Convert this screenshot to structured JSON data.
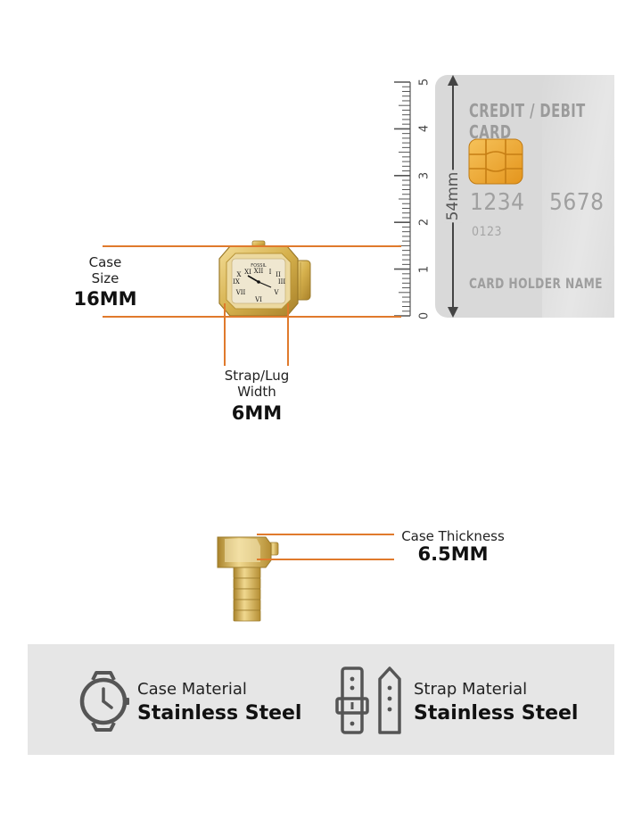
{
  "card": {
    "title": "CREDIT / DEBIT CARD",
    "number_part1": "1234",
    "number_part2": "5678",
    "small_number": "0123",
    "holder": "CARD HOLDER NAME",
    "height_label": "54mm"
  },
  "ruler": {
    "numbers": [
      "0",
      "1",
      "2",
      "3",
      "4",
      "5"
    ]
  },
  "watch": {
    "brand": "FOSSIL"
  },
  "measurements": {
    "case_size_line1": "Case",
    "case_size_line2": "Size",
    "case_size_value": "16MM",
    "strap_line1": "Strap/Lug",
    "strap_line2": "Width",
    "strap_value": "6MM",
    "thickness_label": "Case Thickness",
    "thickness_value": "6.5MM"
  },
  "features": {
    "case_material_label": "Case Material",
    "case_material_value": "Stainless Steel",
    "strap_material_label": "Strap Material",
    "strap_material_value": "Stainless Steel"
  },
  "colors": {
    "accent_orange": "#e07a2c",
    "gold": "#d8b656",
    "panel_gray": "#e6e6e6",
    "card_gray": "#d9d9d9"
  }
}
